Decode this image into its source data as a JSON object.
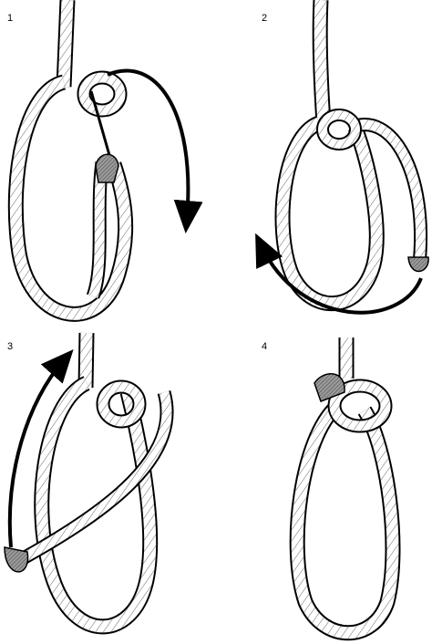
{
  "steps": [
    {
      "number": "1"
    },
    {
      "number": "2"
    },
    {
      "number": "3"
    },
    {
      "number": "4"
    }
  ],
  "colors": {
    "rope_outline": "#000000",
    "rope_fill": "#ffffff",
    "rope_hatch": "#555555",
    "rope_end_shade": "#8a8a8a",
    "arrow": "#000000"
  }
}
